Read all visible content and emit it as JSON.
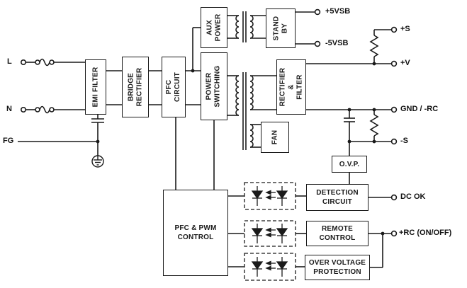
{
  "colors": {
    "ink": "#1a1a1a",
    "background": "#ffffff"
  },
  "inputs": {
    "line": "L",
    "neutral": "N",
    "frame_ground": "FG"
  },
  "blocks": {
    "emi_filter": "EMI FILTER",
    "bridge_rectifier": "BRIDGE\nRECTIFIER",
    "pfc_circuit": "PFC\nCIRCUIT",
    "power_switching": "POWER\nSWITCHING",
    "aux_power": "AUX\nPOWER",
    "stand_by": "STAND\nBY",
    "rectifier_filter": "RECTIFIER\n&\nFILTER",
    "fan": "FAN",
    "ovp": "O.V.P.",
    "detection_circuit": "DETECTION\nCIRCUIT",
    "remote_control": "REMOTE\nCONTROL",
    "over_voltage_protection": "OVER VOLTAGE\nPROTECTION",
    "pfc_pwm_control": "PFC & PWM\nCONTROL"
  },
  "outputs": {
    "plus_5vsb": "+5VSB",
    "minus_5vsb": "-5VSB",
    "plus_s": "+S",
    "plus_v": "+V",
    "gnd_rc": "GND / -RC",
    "minus_s": "-S",
    "dc_ok": "DC OK",
    "plus_rc": "+RC (ON/OFF)"
  }
}
